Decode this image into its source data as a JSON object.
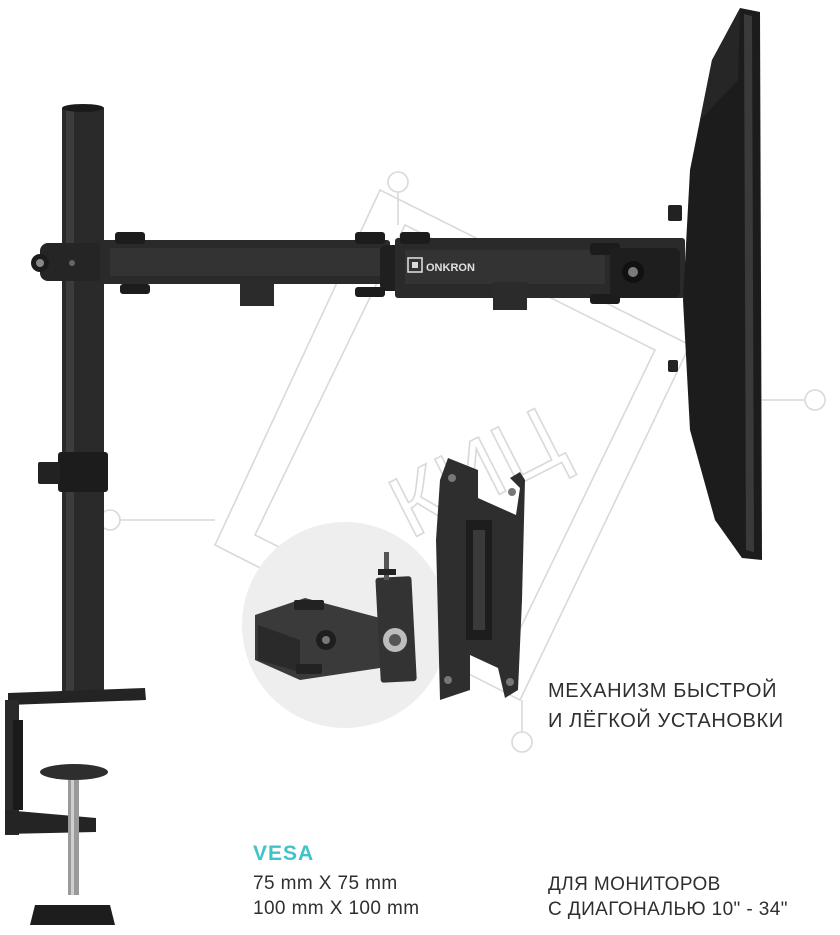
{
  "brand": {
    "logo_text": "ONKRON",
    "watermark_text": "КИЦ"
  },
  "feature": {
    "line1": "МЕХАНИЗМ БЫСТРОЙ",
    "line2": "И ЛЁГКОЙ УСТАНОВКИ"
  },
  "vesa": {
    "title": "VESA",
    "size1": "75 mm X 75 mm",
    "size2": "100 mm X 100 mm"
  },
  "monitors": {
    "line1": "ДЛЯ МОНИТОРОВ",
    "line2": "С ДИАГОНАЛЬЮ 10\" - 34\""
  },
  "colors": {
    "accent": "#3fc3c9",
    "metal": "#2b2b2b",
    "metal_light": "#4a4a4a",
    "watermark": "#d8d8d8",
    "circle_bg": "#efefef"
  }
}
